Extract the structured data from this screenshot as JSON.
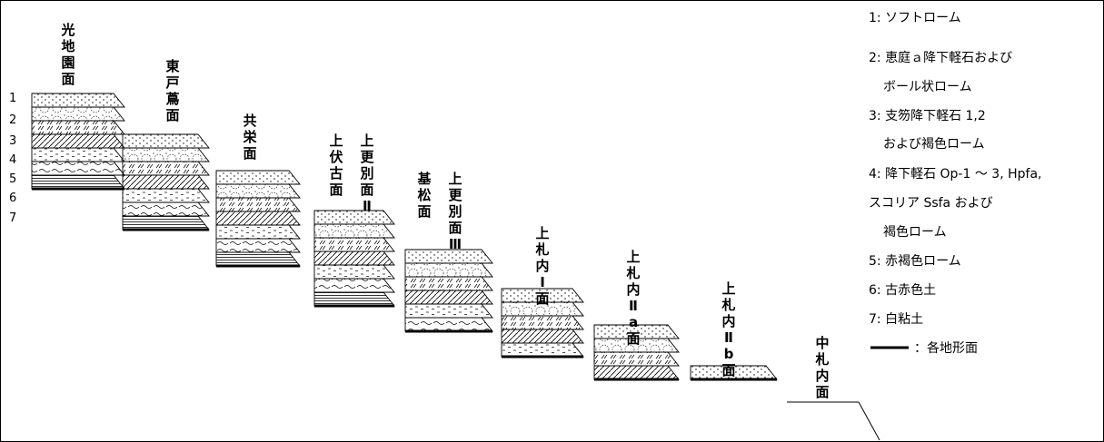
{
  "surfaces": [
    {
      "name": "光地園面"
    },
    {
      "name": "東戸蔦面"
    },
    {
      "name": "共栄面"
    },
    {
      "name": "上伏古面"
    },
    {
      "name": "上更別面Ⅱ"
    },
    {
      "name": "基松面"
    },
    {
      "name": "上更別面Ⅲ"
    },
    {
      "name": "上札内Ⅰ面"
    },
    {
      "name": "上札内Ⅱa面"
    },
    {
      "name": "上札内Ⅱb面"
    },
    {
      "name": "中札内面"
    }
  ],
  "layer_numbers": [
    "1",
    "2",
    "3",
    "4",
    "5",
    "6",
    "7"
  ],
  "legend": [
    {
      "lines": [
        "1: ソフトローム"
      ]
    },
    {
      "lines": [
        "2: 恵庭ａ降下軽石および",
        "ボール状ローム"
      ]
    },
    {
      "lines": [
        "3: 支笏降下軽石 1,2",
        "および褐色ローム"
      ]
    },
    {
      "lines": [
        "4: 降下軽石 Op-1 ～ 3, Hpfa,",
        "スコリア Ssfa および",
        "褐色ローム"
      ]
    },
    {
      "lines": [
        "5: 赤褐色ローム"
      ]
    },
    {
      "lines": [
        "6: 古赤色土"
      ]
    },
    {
      "lines": [
        "7: 白粘土"
      ]
    }
  ],
  "legend_surface_line": "：各地形面",
  "colors": {
    "line": "#000000",
    "background": "#ffffff"
  }
}
